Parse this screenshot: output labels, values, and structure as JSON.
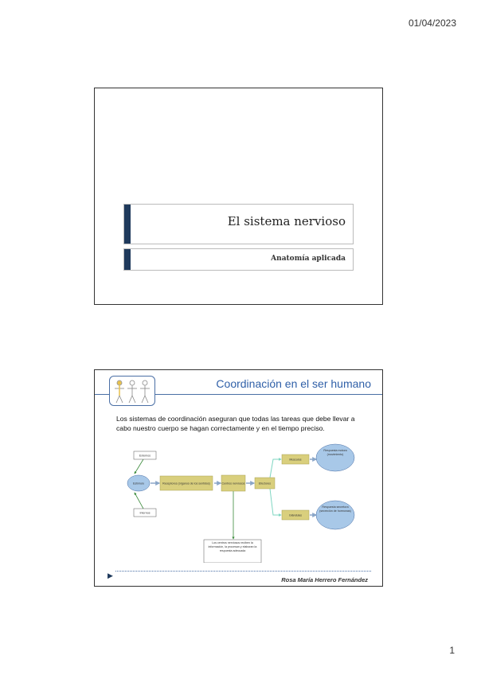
{
  "header": {
    "date": "01/04/2023"
  },
  "footer": {
    "page_number": "1"
  },
  "slide1": {
    "title": "El sistema nervioso",
    "subtitle": "Anatomía aplicada"
  },
  "slide2": {
    "title": "Coordinación en el ser humano",
    "body": "Los sistemas de coordinación aseguran que todas las tareas que debe llevar a cabo nuestro cuerpo se hagan correctamente y en el tiempo preciso.",
    "author": "Rosa María Herrero Fernández",
    "diagram": {
      "externos": "Externos",
      "internos": "Internos",
      "estimulo": "Estímulo",
      "receptores": "Receptores (órganos de los sentidos)",
      "centros": "Centros nerviosos",
      "efectores": "Efectores",
      "musculos": "Músculos",
      "glandulas": "Glándulas",
      "respuesta_motora": "Respuesta motora (movimiento)",
      "respuesta_secretora": "Respuesta secretora (secreción de hormonas)",
      "nota": "Los centros nerviosos reciben la información, la procesan y elaboran la respuesta adecuada"
    }
  }
}
